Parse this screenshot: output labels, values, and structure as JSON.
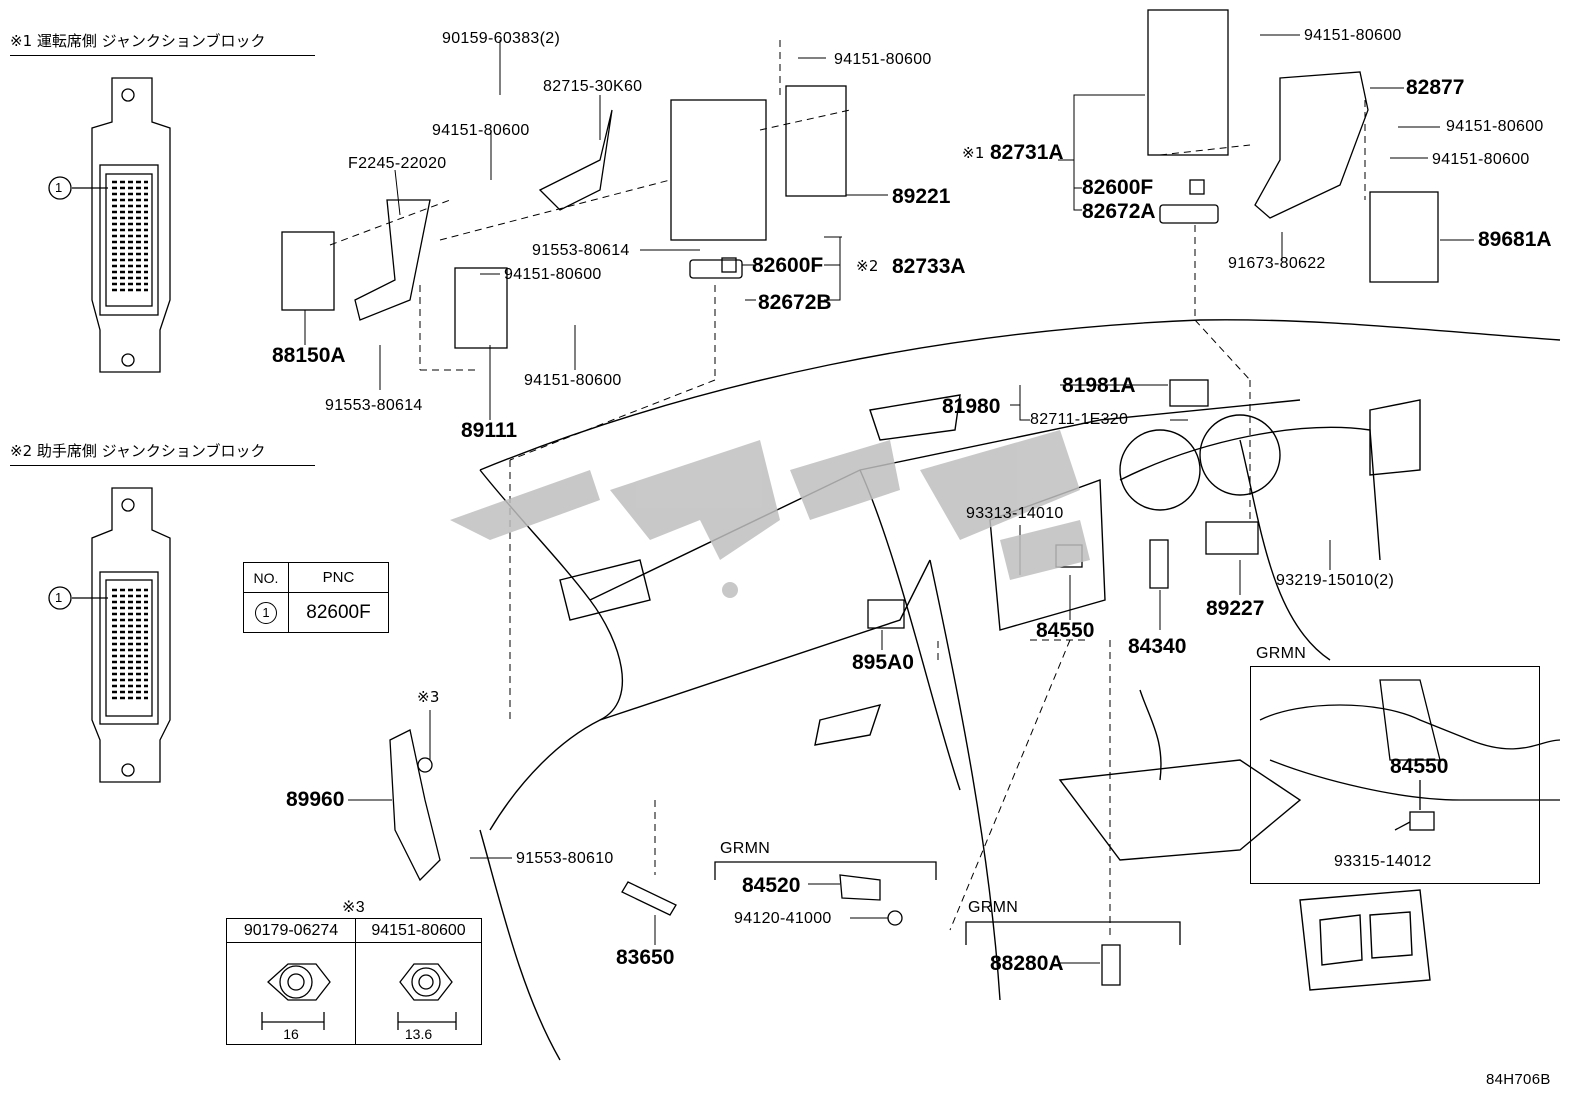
{
  "headers": {
    "driver_jb": "※1 運転席側 ジャンクションブロック",
    "passenger_jb": "※2 助手席側 ジャンクションブロック"
  },
  "callout_number": "1",
  "pnc_table": {
    "col_no": "NO.",
    "col_pnc": "PNC",
    "row_no": "1",
    "row_pnc": "82600F"
  },
  "nut_table": {
    "mark": "※3",
    "col1": "90179-06274",
    "col2": "94151-80600",
    "dim1": "16",
    "dim2": "13.6"
  },
  "labels": {
    "p90159": "90159-60383(2)",
    "p82715": "82715-30K60",
    "p94151_a": "94151-80600",
    "pF2245": "F2245-22020",
    "p94151_top": "94151-80600",
    "p89221": "89221",
    "p91553_614_a": "91553-80614",
    "p82600F_a": "82600F",
    "mark2": "※2",
    "p82733A": "82733A",
    "p94151_b": "94151-80600",
    "p82672B": "82672B",
    "p88150A": "88150A",
    "p94151_c": "94151-80600",
    "p91553_614_b": "91553-80614",
    "p89111": "89111",
    "p94151_d": "94151-80600",
    "p82877": "82877",
    "p94151_e": "94151-80600",
    "p94151_f": "94151-80600",
    "mark1": "※1",
    "p82731A": "82731A",
    "p82600F_b": "82600F",
    "p82672A": "82672A",
    "p91673": "91673-80622",
    "p89681A": "89681A",
    "p81981A": "81981A",
    "p81980": "81980",
    "p82711": "82711-1E320",
    "p93313": "93313-14010",
    "p93219": "93219-15010(2)",
    "p89227": "89227",
    "p84550": "84550",
    "p84340": "84340",
    "p895A0": "895A0",
    "mark3": "※3",
    "p89960": "89960",
    "p91553_610": "91553-80610",
    "grmn_a": "GRMN",
    "p84520": "84520",
    "p94120": "94120-41000",
    "p83650": "83650",
    "grmn_b": "GRMN",
    "p88280A": "88280A",
    "grmn_c": "GRMN",
    "p84550_inset": "84550",
    "p93315": "93315-14012",
    "ref": "84H706B"
  }
}
